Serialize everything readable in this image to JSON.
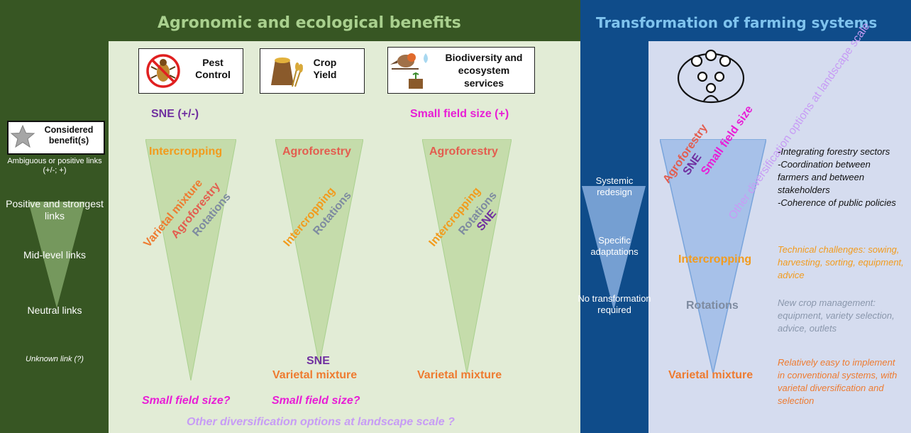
{
  "colors": {
    "dark_green": "#375623",
    "light_green": "#e2ecd6",
    "dark_blue": "#0f4c8a",
    "light_blue": "#d5dcef",
    "orange": "#f29b1d",
    "salmon": "#e35d4f",
    "varietal": "#ee7b30",
    "rotation_gray": "#7e8ba0",
    "purple": "#7030a0",
    "magenta": "#e81ed6",
    "lavender": "#c79cf5"
  },
  "left_panel": {
    "title": "Agronomic and ecological benefits",
    "legend": {
      "considered": "Considered benefit(s)",
      "ambiguous": "Ambiguous or positive links (+/-; +)",
      "positive": "Positive and strongest links",
      "mid": "Mid-level links",
      "neutral": "Neutral links",
      "unknown": "Unknown link (?)"
    },
    "benefits": [
      {
        "label": "Pest Control",
        "icon": "pest-icon",
        "ambiguous": "SNE (+/-)",
        "top": "Intercropping",
        "rotated": [
          "Varietal mixture",
          "Agroforestry",
          "Rotations"
        ],
        "unknown": "Small field size?"
      },
      {
        "label": "Crop Yield",
        "icon": "grain-sack-icon",
        "top": "Agroforestry",
        "rotated": [
          "Intercropping",
          "Rotations"
        ],
        "bottom1": "SNE",
        "bottom2": "Varietal mixture",
        "unknown": "Small field size?"
      },
      {
        "label": "Biodiversity and ecosystem services",
        "icon": "bird-icon",
        "ambiguous": "Small field size (+)",
        "top": "Agroforestry",
        "rotated": [
          "Intercropping",
          "Rotations",
          "SNE"
        ],
        "bottom": "Varietal mixture"
      }
    ],
    "footer": "Other diversification options at landscape scale ?"
  },
  "right_panel": {
    "title": "Transformation of farming systems",
    "icon": "people-group-icon",
    "scale": {
      "systemic": "Systemic redesign",
      "specific": "Specific adaptations",
      "none": "No transformation required"
    },
    "rotated": [
      "Agroforestry",
      "SNE",
      "Small field size",
      "Other diversification options at landscape scale"
    ],
    "levels": {
      "intercropping": "Intercropping",
      "rotations": "Rotations",
      "varietal": "Varietal mixture"
    },
    "notes": {
      "top": [
        "-Integrating forestry sectors",
        "-Coordination between farmers and between stakeholders",
        "-Coherence of public policies"
      ],
      "intercropping": "Technical challenges: sowing, harvesting, sorting, equipment, advice",
      "rotations": "New crop management: equipment, variety selection, advice, outlets",
      "varietal": "Relatively easy to implement in conventional systems, with varietal diversification and selection"
    }
  }
}
